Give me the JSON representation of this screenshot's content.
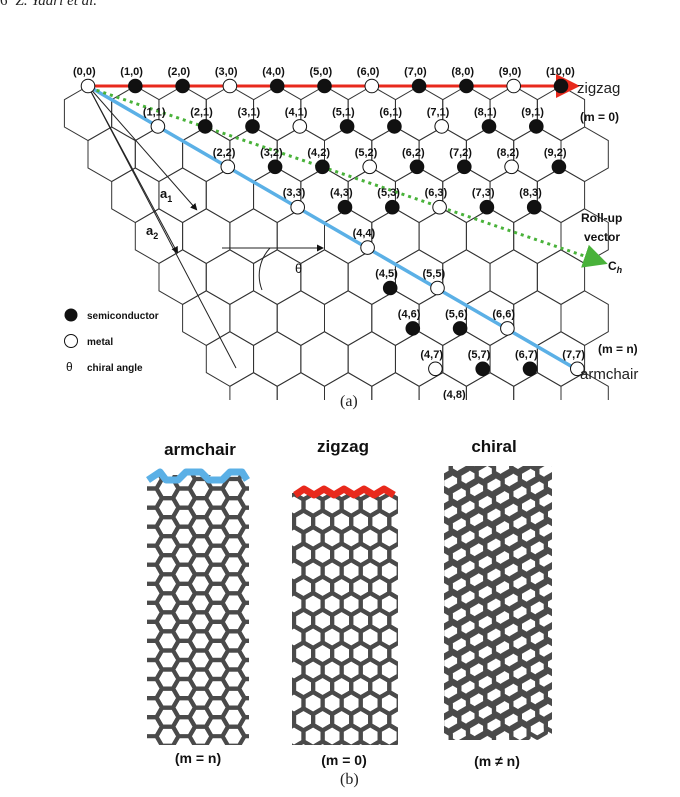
{
  "header": {
    "page_number": "6",
    "authors": "Z. Yaari et al."
  },
  "figure_a": {
    "caption": "(a)",
    "zigzag_label": "zigzag",
    "zigzag_condition": "(m = 0)",
    "armchair_label": "armchair",
    "armchair_condition": "(m = n)",
    "rollup_label_1": "Roll-up",
    "rollup_label_2": "vector",
    "ch_label": "C",
    "ch_sub": "h",
    "a1_label": "a",
    "a1_sub": "1",
    "a2_label": "a",
    "a2_sub": "2",
    "theta_label": "θ",
    "legend": {
      "semiconductor": "semiconductor",
      "metal": "metal",
      "chiral_angle_symbol": "θ",
      "chiral_angle": "chiral angle"
    },
    "colors": {
      "zigzag_line": "#e8291c",
      "armchair_line": "#5bb0e6",
      "rollup_vector": "#49b23a"
    },
    "points": [
      {
        "label": "(0,0)",
        "type": "metal"
      },
      {
        "label": "(1,0)",
        "type": "semiconductor"
      },
      {
        "label": "(2,0)",
        "type": "semiconductor"
      },
      {
        "label": "(3,0)",
        "type": "metal"
      },
      {
        "label": "(4,0)",
        "type": "semiconductor"
      },
      {
        "label": "(5,0)",
        "type": "semiconductor"
      },
      {
        "label": "(6,0)",
        "type": "metal"
      },
      {
        "label": "(7,0)",
        "type": "semiconductor"
      },
      {
        "label": "(8,0)",
        "type": "semiconductor"
      },
      {
        "label": "(9,0)",
        "type": "metal"
      },
      {
        "label": "(10,0)",
        "type": "semiconductor"
      },
      {
        "label": "(1,1)",
        "type": "metal"
      },
      {
        "label": "(2,1)",
        "type": "semiconductor"
      },
      {
        "label": "(3,1)",
        "type": "semiconductor"
      },
      {
        "label": "(4,1)",
        "type": "metal"
      },
      {
        "label": "(5,1)",
        "type": "semiconductor"
      },
      {
        "label": "(6,1)",
        "type": "semiconductor"
      },
      {
        "label": "(7,1)",
        "type": "metal"
      },
      {
        "label": "(8,1)",
        "type": "semiconductor"
      },
      {
        "label": "(9,1)",
        "type": "semiconductor"
      },
      {
        "label": "(2,2)",
        "type": "metal"
      },
      {
        "label": "(3,2)",
        "type": "semiconductor"
      },
      {
        "label": "(4,2)",
        "type": "semiconductor"
      },
      {
        "label": "(5,2)",
        "type": "metal"
      },
      {
        "label": "(6,2)",
        "type": "semiconductor"
      },
      {
        "label": "(7,2)",
        "type": "semiconductor"
      },
      {
        "label": "(8,2)",
        "type": "metal"
      },
      {
        "label": "(9,2)",
        "type": "semiconductor"
      },
      {
        "label": "(3,3)",
        "type": "metal"
      },
      {
        "label": "(4,3)",
        "type": "semiconductor"
      },
      {
        "label": "(5,3)",
        "type": "semiconductor"
      },
      {
        "label": "(6,3)",
        "type": "metal"
      },
      {
        "label": "(7,3)",
        "type": "semiconductor"
      },
      {
        "label": "(8,3)",
        "type": "semiconductor"
      },
      {
        "label": "(4,4)",
        "type": "metal"
      },
      {
        "label": "(4,5)",
        "type": "semiconductor"
      },
      {
        "label": "(4,6)",
        "type": "semiconductor"
      },
      {
        "label": "(4,7)",
        "type": "metal"
      },
      {
        "label": "(4,8)",
        "type": "semiconductor"
      },
      {
        "label": "(5,5)",
        "type": "metal"
      },
      {
        "label": "(5,6)",
        "type": "semiconductor"
      },
      {
        "label": "(5,7)",
        "type": "semiconductor"
      },
      {
        "label": "(6,6)",
        "type": "metal"
      },
      {
        "label": "(6,7)",
        "type": "semiconductor"
      },
      {
        "label": "(7,7)",
        "type": "metal"
      }
    ]
  },
  "figure_b": {
    "caption": "(b)",
    "tubes": [
      {
        "title": "armchair",
        "condition": "(m = n)",
        "edge_color": "#5bb0e6"
      },
      {
        "title": "zigzag",
        "condition": "(m = 0)",
        "edge_color": "#e8291c"
      },
      {
        "title": "chiral",
        "condition": "(m ≠ n)",
        "edge_color": "#444444"
      }
    ]
  }
}
